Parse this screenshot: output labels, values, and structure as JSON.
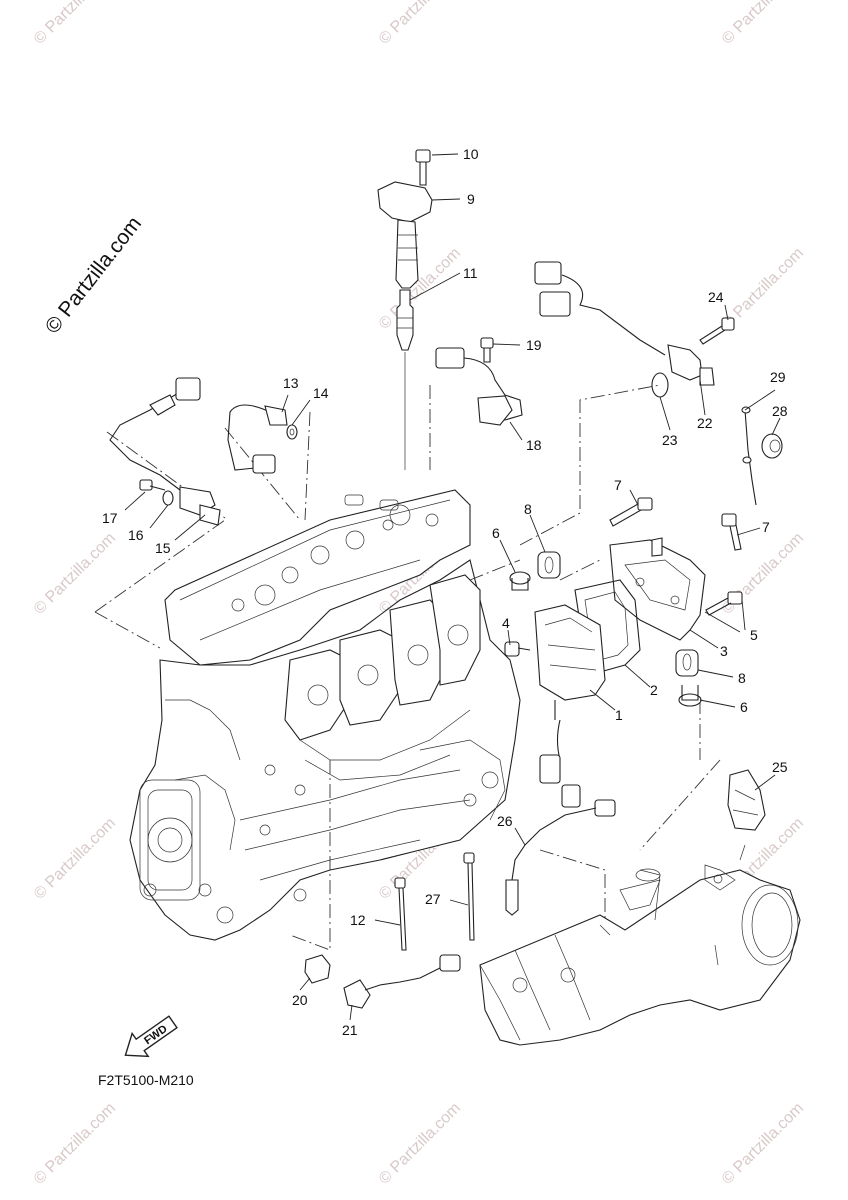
{
  "diagram": {
    "copyright": "© Partzilla.com",
    "watermark": "© Partzilla.com",
    "drawing_code": "F2T5100-M210",
    "fwd_label": "FWD",
    "callouts": [
      "1",
      "2",
      "3",
      "4",
      "5",
      "6",
      "6",
      "7",
      "7",
      "8",
      "8",
      "9",
      "10",
      "11",
      "12",
      "13",
      "14",
      "15",
      "16",
      "17",
      "18",
      "19",
      "20",
      "21",
      "22",
      "23",
      "24",
      "25",
      "26",
      "27",
      "28",
      "29"
    ]
  }
}
